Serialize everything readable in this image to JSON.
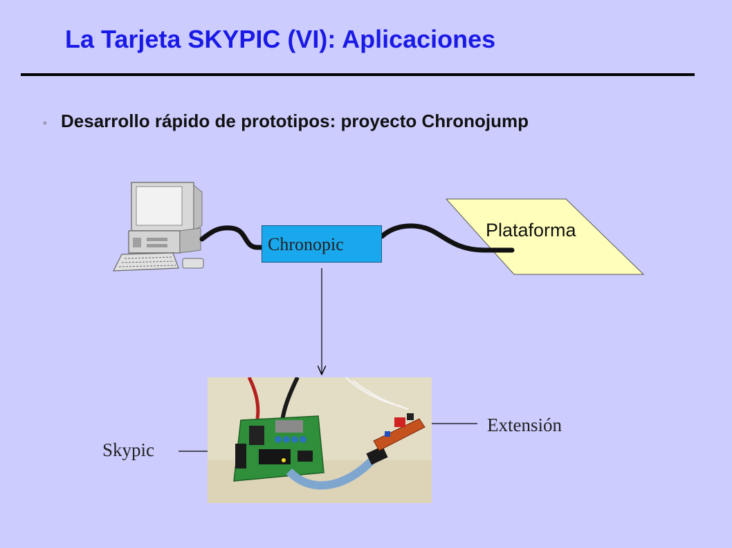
{
  "slide": {
    "title": "La Tarjeta SKYPIC (VI): Aplicaciones",
    "bullet": "Desarrollo rápido de prototipos: proyecto Chronojump"
  },
  "diagram": {
    "chronopic_label": "Chronopic",
    "plataforma_label": "Plataforma",
    "skypic_label": "Skypic",
    "extension_label": "Extensión"
  },
  "colors": {
    "background": "#ccccff",
    "title": "#1a1ae6",
    "chronopic_box": "#19a8ee",
    "plataforma": "#ffffbb"
  }
}
